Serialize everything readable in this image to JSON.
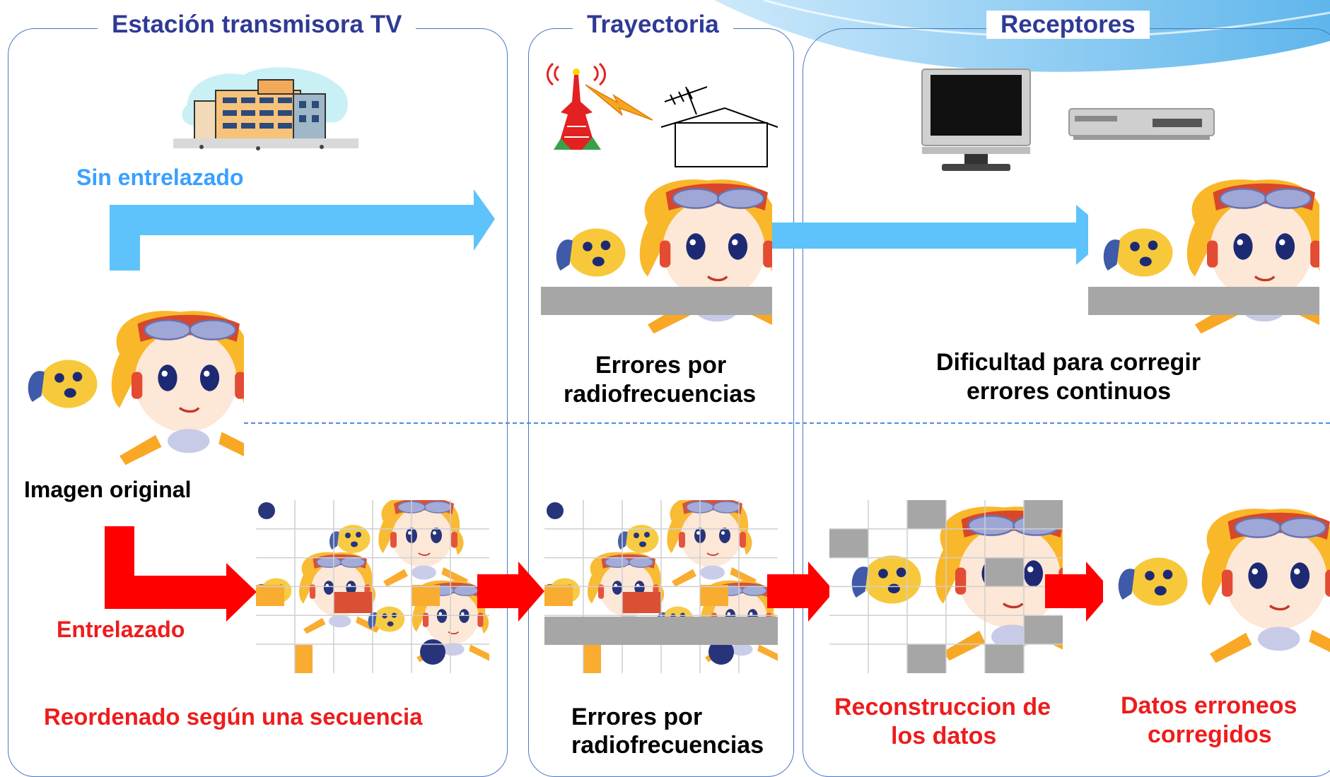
{
  "panels": {
    "station_title": "Estación transmisora TV",
    "path_title": "Trayectoria",
    "receivers_title": "Receptores"
  },
  "labels": {
    "no_interleave": "Sin entrelazado",
    "original_image": "Imagen original",
    "interleaved": "Entrelazado",
    "reordered": "Reordenado según una secuencia",
    "rf_errors_top_1": "Errores por",
    "rf_errors_top_2": "radiofrecuencias",
    "rf_errors_bottom_1": "Errores por",
    "rf_errors_bottom_2": "radiofrecuencias",
    "difficulty_1": "Dificultad para corregir",
    "difficulty_2": "errores continuos",
    "reconstruction_1": "Reconstruccion de",
    "reconstruction_2": "los datos",
    "corrected_1": "Datos erroneos",
    "corrected_2": "corregidos"
  },
  "colors": {
    "title": "#2f3a96",
    "blue_arrow": "#5ec3fa",
    "red_arrow": "#ff0000",
    "error_gray": "#a6a6a6",
    "border": "#4a78c0"
  }
}
